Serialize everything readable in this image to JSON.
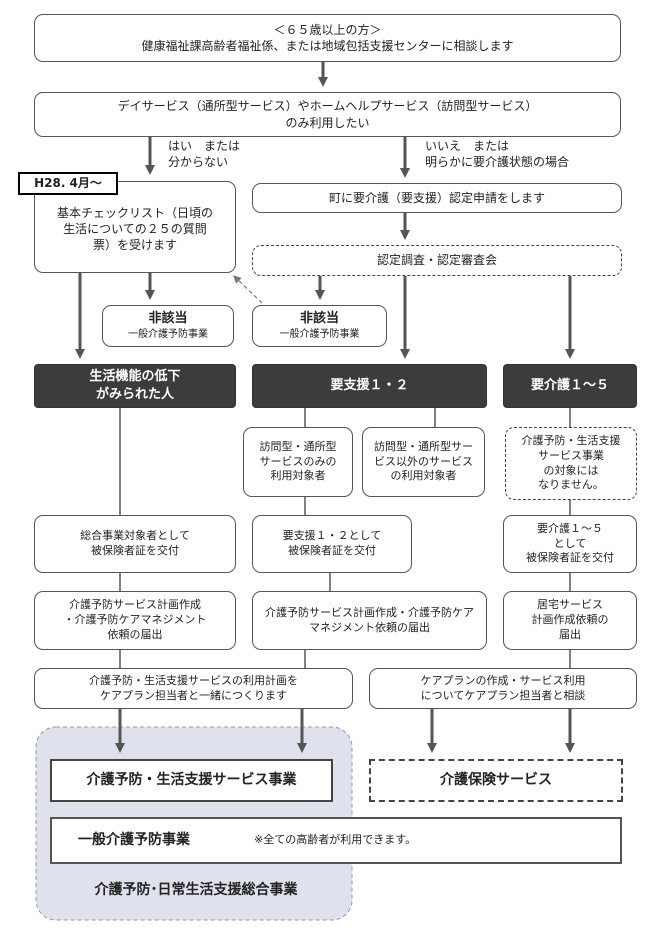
{
  "top_box": {
    "line1": "＜６５歳以上の方＞",
    "line2": "健康福祉課高齢者福祉係、または地域包括支援センターに相談します"
  },
  "day_service_box": {
    "line1": "デイサービス（通所型サービス）やホームヘルプサービス（訪問型サービス）",
    "line2": "のみ利用したい"
  },
  "branch_yes": "はい　または\n分からない",
  "branch_no": "いいえ　または\n明らかに要介護状態の場合",
  "date_tag": "H28. 4月～",
  "checklist_box": "基本チェックリスト（日頃の\n生活についての２５の質問\n票）を受けます",
  "application_box": "町に要介護（要支援）認定申請をします",
  "survey_box": "認定調査・認定審査会",
  "not_applicable_1": {
    "title": "非該当",
    "sub": "一般介護予防事業"
  },
  "not_applicable_2": {
    "title": "非該当",
    "sub": "一般介護予防事業"
  },
  "dark_boxes": {
    "decline": "生活機能の低下\nがみられた人",
    "support": "要支援１・２",
    "care": "要介護１～５"
  },
  "sub_boxes": {
    "visit_only": "訪問型・通所型\nサービスのみの\n利用対象者",
    "visit_other": "訪問型・通所型サー\nビス以外のサービス\nの利用対象者",
    "care_not_target": "介護予防・生活支援\nサービス事業\nの対象には\nなりません。"
  },
  "insurance_boxes": {
    "general": "総合事業対象者として\n被保険者証を交付",
    "support": "要支援１・２として\n被保険者証を交付",
    "care": "要介護１～５\nとして\n被保険者証を交付"
  },
  "plan_boxes": {
    "general": "介護予防サービス計画作成\n・介護予防ケアマネジメント\n依頼の届出",
    "support": "介護予防サービス計画作成・介護予防ケア\nマネジメント依頼の届出",
    "care": "居宅サービス\n計画作成依頼の\n届出"
  },
  "usage_plan_left": "介護予防・生活支援サービスの利用計画を\nケアプラン担当者と一緒につくります",
  "usage_plan_right": "ケアプランの作成・サービス利用\nについてケアプラン担当者と相談",
  "service_project": "介護予防・生活支援サービス事業",
  "insurance_service": "介護保険サービス",
  "general_project": {
    "title": "一般介護予防事業",
    "note": "※全ての高齢者が利用できます。"
  },
  "comprehensive_project": "介護予防･日常生活支援総合事業",
  "colors": {
    "dark_box": "#3c3c3c",
    "region_fill": "#dfe2ec",
    "arrow": "#555555"
  }
}
